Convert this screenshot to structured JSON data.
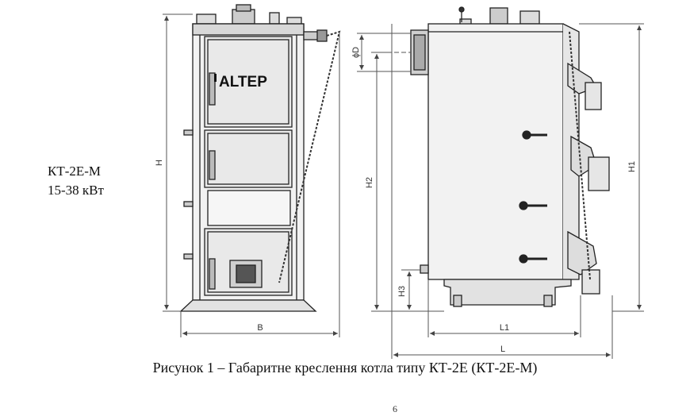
{
  "side_label": {
    "model": "КТ-2Е-М",
    "power": "15-38 кВт"
  },
  "brand": "ALTEP",
  "dimensions": {
    "height": "H",
    "width": "B",
    "h1": "H1",
    "h2": "H2",
    "h3": "H3",
    "flue_diameter": "ϕD",
    "length": "L",
    "length1": "L1"
  },
  "caption": "Рисунок 1 – Габаритне креслення котла типу КТ-2Е (КТ-2Е-М)",
  "page_number": "6",
  "colors": {
    "line": "#222222",
    "panel": "#e9e9e9",
    "dim": "#555555"
  }
}
